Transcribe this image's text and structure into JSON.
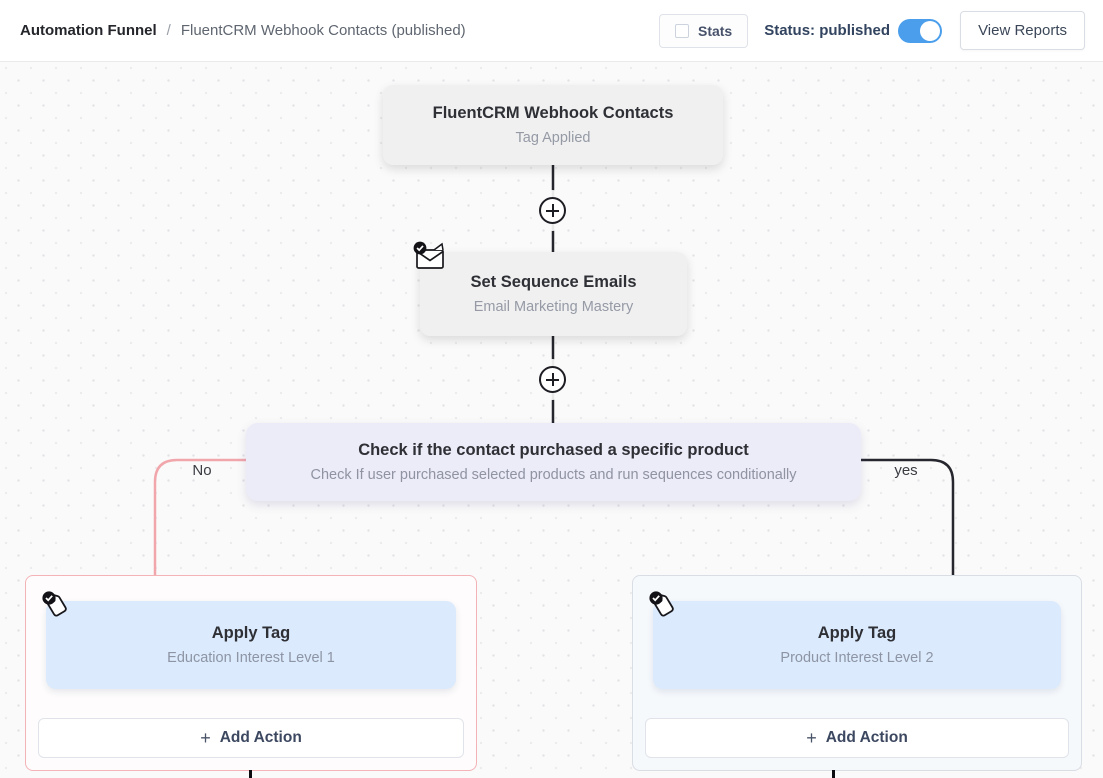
{
  "header": {
    "breadcrumb": {
      "root": "Automation Funnel",
      "separator": "/",
      "current": "FluentCRM Webhook Contacts (published)"
    },
    "stats_button": {
      "label": "Stats",
      "checked": false
    },
    "status": {
      "label": "Status: published",
      "toggle_on": true
    },
    "view_reports_button": {
      "label": "View Reports"
    }
  },
  "funnel": {
    "trigger": {
      "title": "FluentCRM Webhook Contacts",
      "subtitle": "Tag Applied"
    },
    "sequence_action": {
      "icon": "envelope-check-icon",
      "title": "Set Sequence Emails",
      "subtitle": "Email Marketing Mastery"
    },
    "condition": {
      "title": "Check if the contact purchased a specific product",
      "subtitle": "Check If user purchased selected products and run sequences conditionally"
    },
    "branches": {
      "no": {
        "label": "No",
        "action": {
          "icon": "tag-check-icon",
          "title": "Apply Tag",
          "subtitle": "Education Interest Level 1"
        },
        "add_action": {
          "plus": "+",
          "label": "Add Action"
        }
      },
      "yes": {
        "label": "yes",
        "action": {
          "icon": "tag-check-icon",
          "title": "Apply Tag",
          "subtitle": "Product Interest Level 2"
        },
        "add_action": {
          "plus": "+",
          "label": "Add Action"
        }
      }
    }
  },
  "icons": {
    "stats_checkbox": "checkbox-unchecked",
    "status_toggle": "toggle-on",
    "connector": "plus-circle",
    "sequence": "envelope-check",
    "apply_tag": "tag-check"
  },
  "colors": {
    "accent_blue": "#4a9eec",
    "canvas_bg": "#fafafa",
    "trigger_card_bg": "#f0f0f1",
    "condition_card_bg": "#ecebf8",
    "action_card_bg": "#dbeafc",
    "branch_no_line": "#f1a6ac",
    "branch_yes_line": "#26262e",
    "branch_no_border": "#f3b3b7",
    "branch_yes_border": "#d9dde4"
  }
}
